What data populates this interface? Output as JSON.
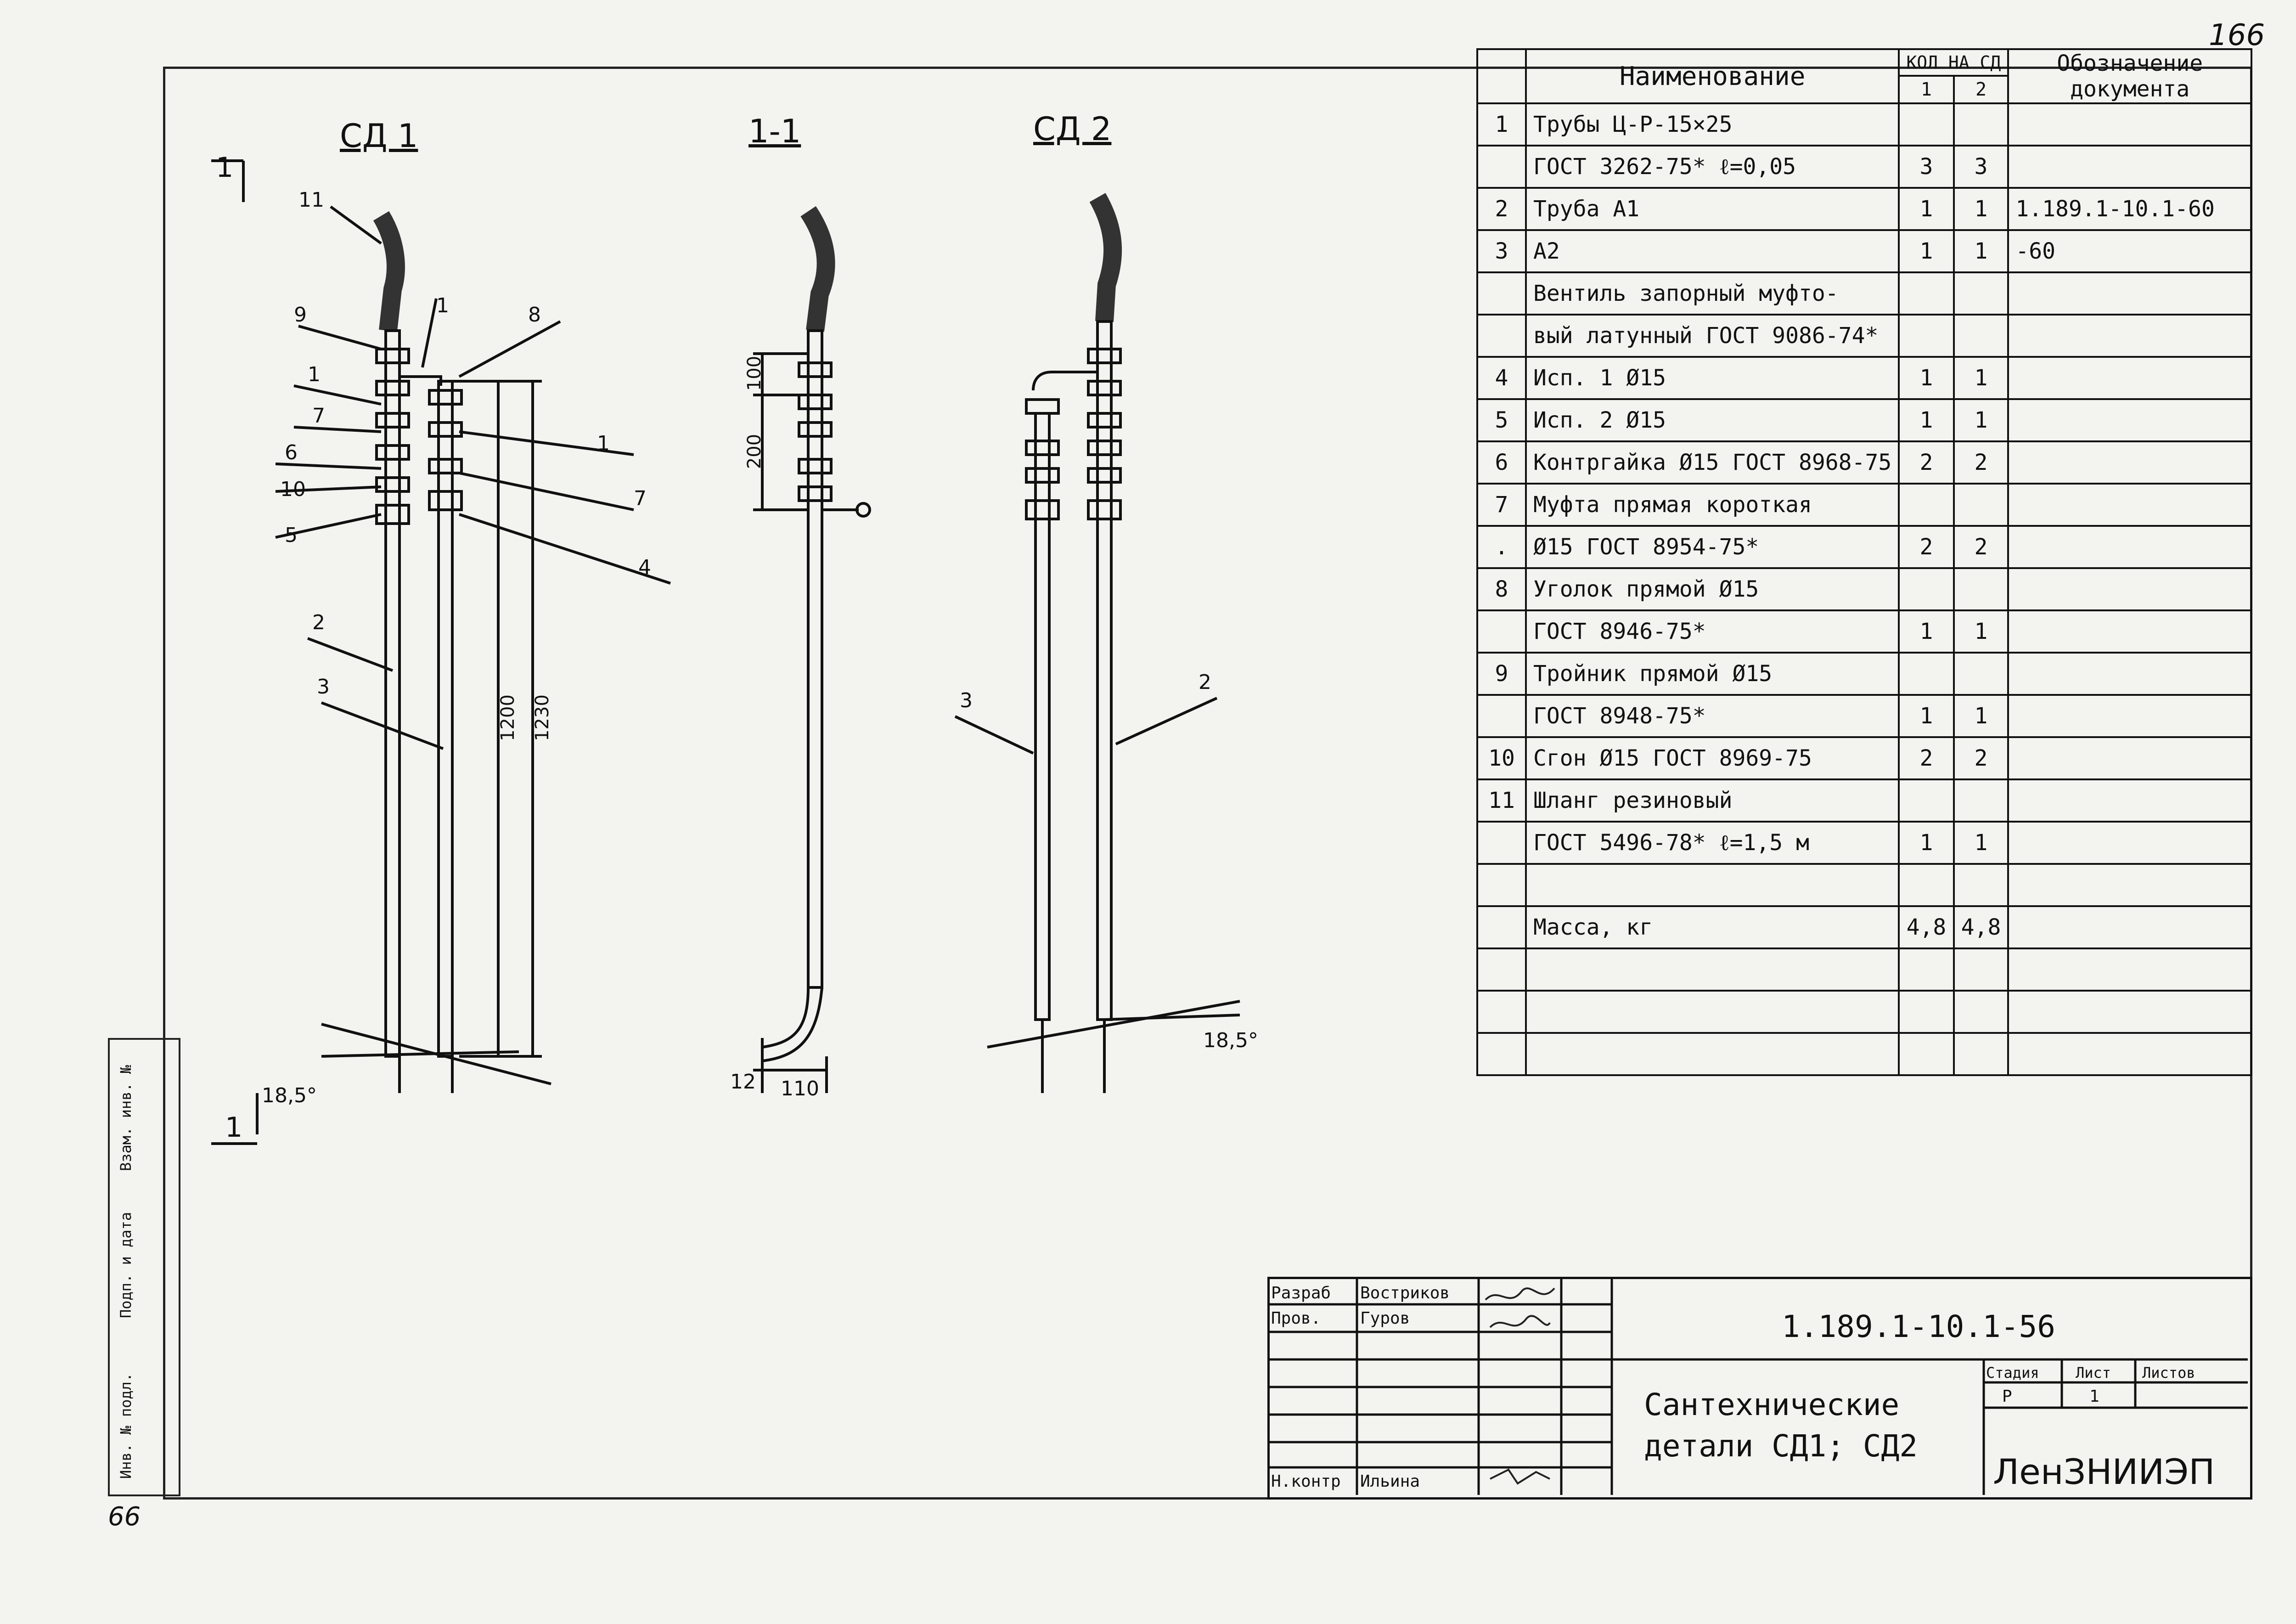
{
  "sheet_number": "166",
  "views": {
    "sd1": "СД 1",
    "section": "1-1",
    "sd2": "СД 2"
  },
  "section_mark": "1",
  "callouts_sd1": [
    "11",
    "9",
    "1",
    "8",
    "1",
    "7",
    "6",
    "10",
    "5",
    "7",
    "4",
    "2",
    "3",
    "1"
  ],
  "callouts_sd2": [
    "3",
    "2"
  ],
  "dimensions": {
    "d100": "100",
    "d200": "200",
    "d1200": "1200",
    "d1230": "1230",
    "angle_left": "18,5°",
    "angle_right": "18,5°",
    "d12": "12",
    "d110": "110"
  },
  "spec_header": {
    "name": "Наименование",
    "qty": "КОЛ НА СД",
    "q1": "1",
    "q2": "2",
    "doc": "Обозначение документа"
  },
  "spec_rows": [
    {
      "pos": "1",
      "name": "Трубы Ц-Р-15×25",
      "q1": "",
      "q2": "",
      "doc": ""
    },
    {
      "pos": "",
      "name": "ГОСТ 3262-75* ℓ=0,05",
      "q1": "3",
      "q2": "3",
      "doc": ""
    },
    {
      "pos": "2",
      "name": "Труба                A1",
      "q1": "1",
      "q2": "1",
      "doc": "1.189.1-10.1-60"
    },
    {
      "pos": "3",
      "name": "                     A2",
      "q1": "1",
      "q2": "1",
      "doc": "-60"
    },
    {
      "pos": "",
      "name": "Вентиль запорный муфто-",
      "q1": "",
      "q2": "",
      "doc": ""
    },
    {
      "pos": "",
      "name": "вый латунный ГОСТ 9086-74*",
      "q1": "",
      "q2": "",
      "doc": ""
    },
    {
      "pos": "4",
      "name": "  Исп. 1 Ø15",
      "q1": "1",
      "q2": "1",
      "doc": ""
    },
    {
      "pos": "5",
      "name": "  Исп. 2 Ø15",
      "q1": "1",
      "q2": "1",
      "doc": ""
    },
    {
      "pos": "6",
      "name": "Контргайка Ø15 ГОСТ 8968-75",
      "q1": "2",
      "q2": "2",
      "doc": ""
    },
    {
      "pos": "7",
      "name": "Муфта прямая короткая",
      "q1": "",
      "q2": "",
      "doc": ""
    },
    {
      "pos": ".",
      "name": "Ø15 ГОСТ 8954-75*",
      "q1": "2",
      "q2": "2",
      "doc": ""
    },
    {
      "pos": "8",
      "name": "Уголок прямой Ø15",
      "q1": "",
      "q2": "",
      "doc": ""
    },
    {
      "pos": "",
      "name": "ГОСТ 8946-75*",
      "q1": "1",
      "q2": "1",
      "doc": ""
    },
    {
      "pos": "9",
      "name": "Тройник прямой Ø15",
      "q1": "",
      "q2": "",
      "doc": ""
    },
    {
      "pos": "",
      "name": "ГОСТ 8948-75*",
      "q1": "1",
      "q2": "1",
      "doc": ""
    },
    {
      "pos": "10",
      "name": "Сгон Ø15 ГОСТ 8969-75",
      "q1": "2",
      "q2": "2",
      "doc": ""
    },
    {
      "pos": "11",
      "name": "Шланг резиновый",
      "q1": "",
      "q2": "",
      "doc": ""
    },
    {
      "pos": "",
      "name": "ГОСТ 5496-78* ℓ=1,5 м",
      "q1": "1",
      "q2": "1",
      "doc": ""
    },
    {
      "pos": "",
      "name": "",
      "q1": "",
      "q2": "",
      "doc": ""
    },
    {
      "pos": "",
      "name": "   Масса, кг",
      "q1": "4,8",
      "q2": "4,8",
      "doc": ""
    },
    {
      "pos": "",
      "name": "",
      "q1": "",
      "q2": "",
      "doc": ""
    },
    {
      "pos": "",
      "name": "",
      "q1": "",
      "q2": "",
      "doc": ""
    },
    {
      "pos": "",
      "name": "",
      "q1": "",
      "q2": "",
      "doc": ""
    }
  ],
  "title_block": {
    "razrab_label": "Разраб",
    "razrab_name": "Востриков",
    "prov_label": "Пров.",
    "prov_name": "Гуров",
    "nkontr_label": "Н.контр",
    "nkontr_name": "Ильина",
    "doc_code": "1.189.1-10.1-56",
    "title_line1": "Сантехнические",
    "title_line2": "детали СД1; СД2",
    "stage_label": "Стадия",
    "sheet_label": "Лист",
    "sheets_label": "Листов",
    "stage": "Р",
    "sheet": "1",
    "org": "ЛенЗНИИЭП"
  },
  "side_stamp": [
    "Взам. инв. №",
    "Подп. и дата",
    "Инв. № подл."
  ],
  "page_number": "66"
}
